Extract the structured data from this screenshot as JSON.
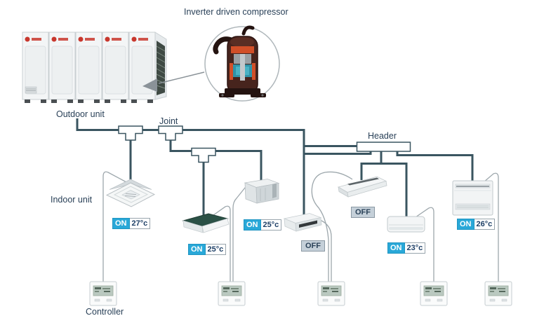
{
  "labels": {
    "inverter_compressor": "Inverter driven compressor",
    "outdoor_unit": "Outdoor unit",
    "joint": "Joint",
    "header": "Header",
    "indoor_unit": "Indoor unit",
    "controller": "Controller"
  },
  "units": [
    {
      "type": "4-way-cassette",
      "status": "ON",
      "temp": "27°c"
    },
    {
      "type": "concealed-duct",
      "status": "ON",
      "temp": "25°c"
    },
    {
      "type": "vertical-concealed-duct",
      "status": "ON",
      "temp": "25°c"
    },
    {
      "type": "slim-duct",
      "status": "OFF"
    },
    {
      "type": "ceiling-suspended",
      "status": "OFF"
    },
    {
      "type": "wall-mounted",
      "status": "ON",
      "temp": "23°c"
    },
    {
      "type": "floor-console",
      "status": "ON",
      "temp": "26°c"
    }
  ],
  "colors": {
    "pipe": "#3a5560",
    "wire": "#9da7ac",
    "status_on": "#29a8d8",
    "status_off_bg": "#c5d0d9",
    "text": "#2a4158",
    "brand_logo_red": "#c8372d"
  }
}
